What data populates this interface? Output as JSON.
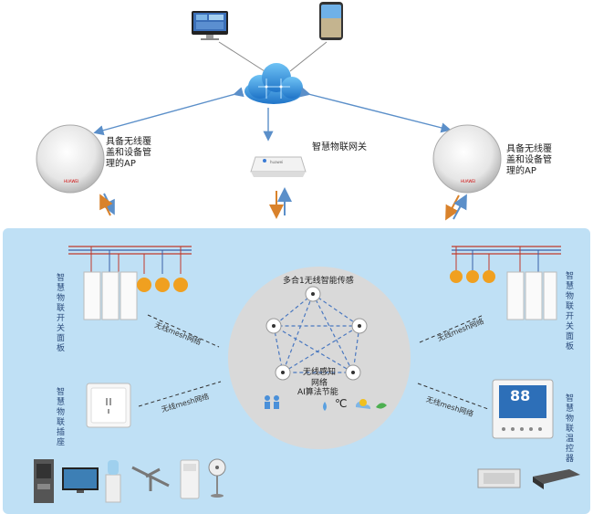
{
  "labels": {
    "ap_left": "具备无线覆盖和设备管理的AP",
    "ap_right": "具备无线覆盖和设备管理的AP",
    "gateway": "智慧物联网关",
    "center_title": "多合1无线智能传感",
    "center_network": "无线感知网络",
    "center_ai": "AI算法节能",
    "switch_panel_left": "智慧物联开关面板",
    "switch_panel_right": "智慧物联开关面板",
    "socket": "智慧物联插座",
    "thermostat": "智慧物联温控器",
    "mesh_1": "无线mesh网络",
    "mesh_2": "无线mesh网络",
    "mesh_3": "无线mesh网络",
    "mesh_4": "无线mesh网络",
    "temp_unit": "℃",
    "thermostat_display": "88"
  },
  "colors": {
    "panel_bg": "#bfe0f5",
    "circle_bg": "#d9d9d9",
    "arrow_blue": "#5b8fc9",
    "arrow_orange": "#d9822b",
    "cloud": "#2f8fd8",
    "bulb": "#f0a020",
    "wire_red": "#c0392b",
    "wire_blue": "#3a5fa8"
  },
  "icons": [
    "desktop-monitor-icon",
    "smartphone-icon",
    "cloud-icon",
    "gateway-router-icon",
    "ap-device-icon",
    "light-bulb-icon",
    "switch-panel-icon",
    "socket-icon",
    "thermostat-icon",
    "star-network-icon",
    "sensor-icon",
    "water-drop-icon",
    "sun-icon",
    "people-icon",
    "cloud-weather-icon",
    "leaf-icon",
    "water-dispenser-icon",
    "tv-icon",
    "water-cooler-icon",
    "ceiling-fan-icon",
    "air-purifier-icon",
    "standing-fan-icon",
    "cassette-ac-icon",
    "duct-ac-icon"
  ]
}
